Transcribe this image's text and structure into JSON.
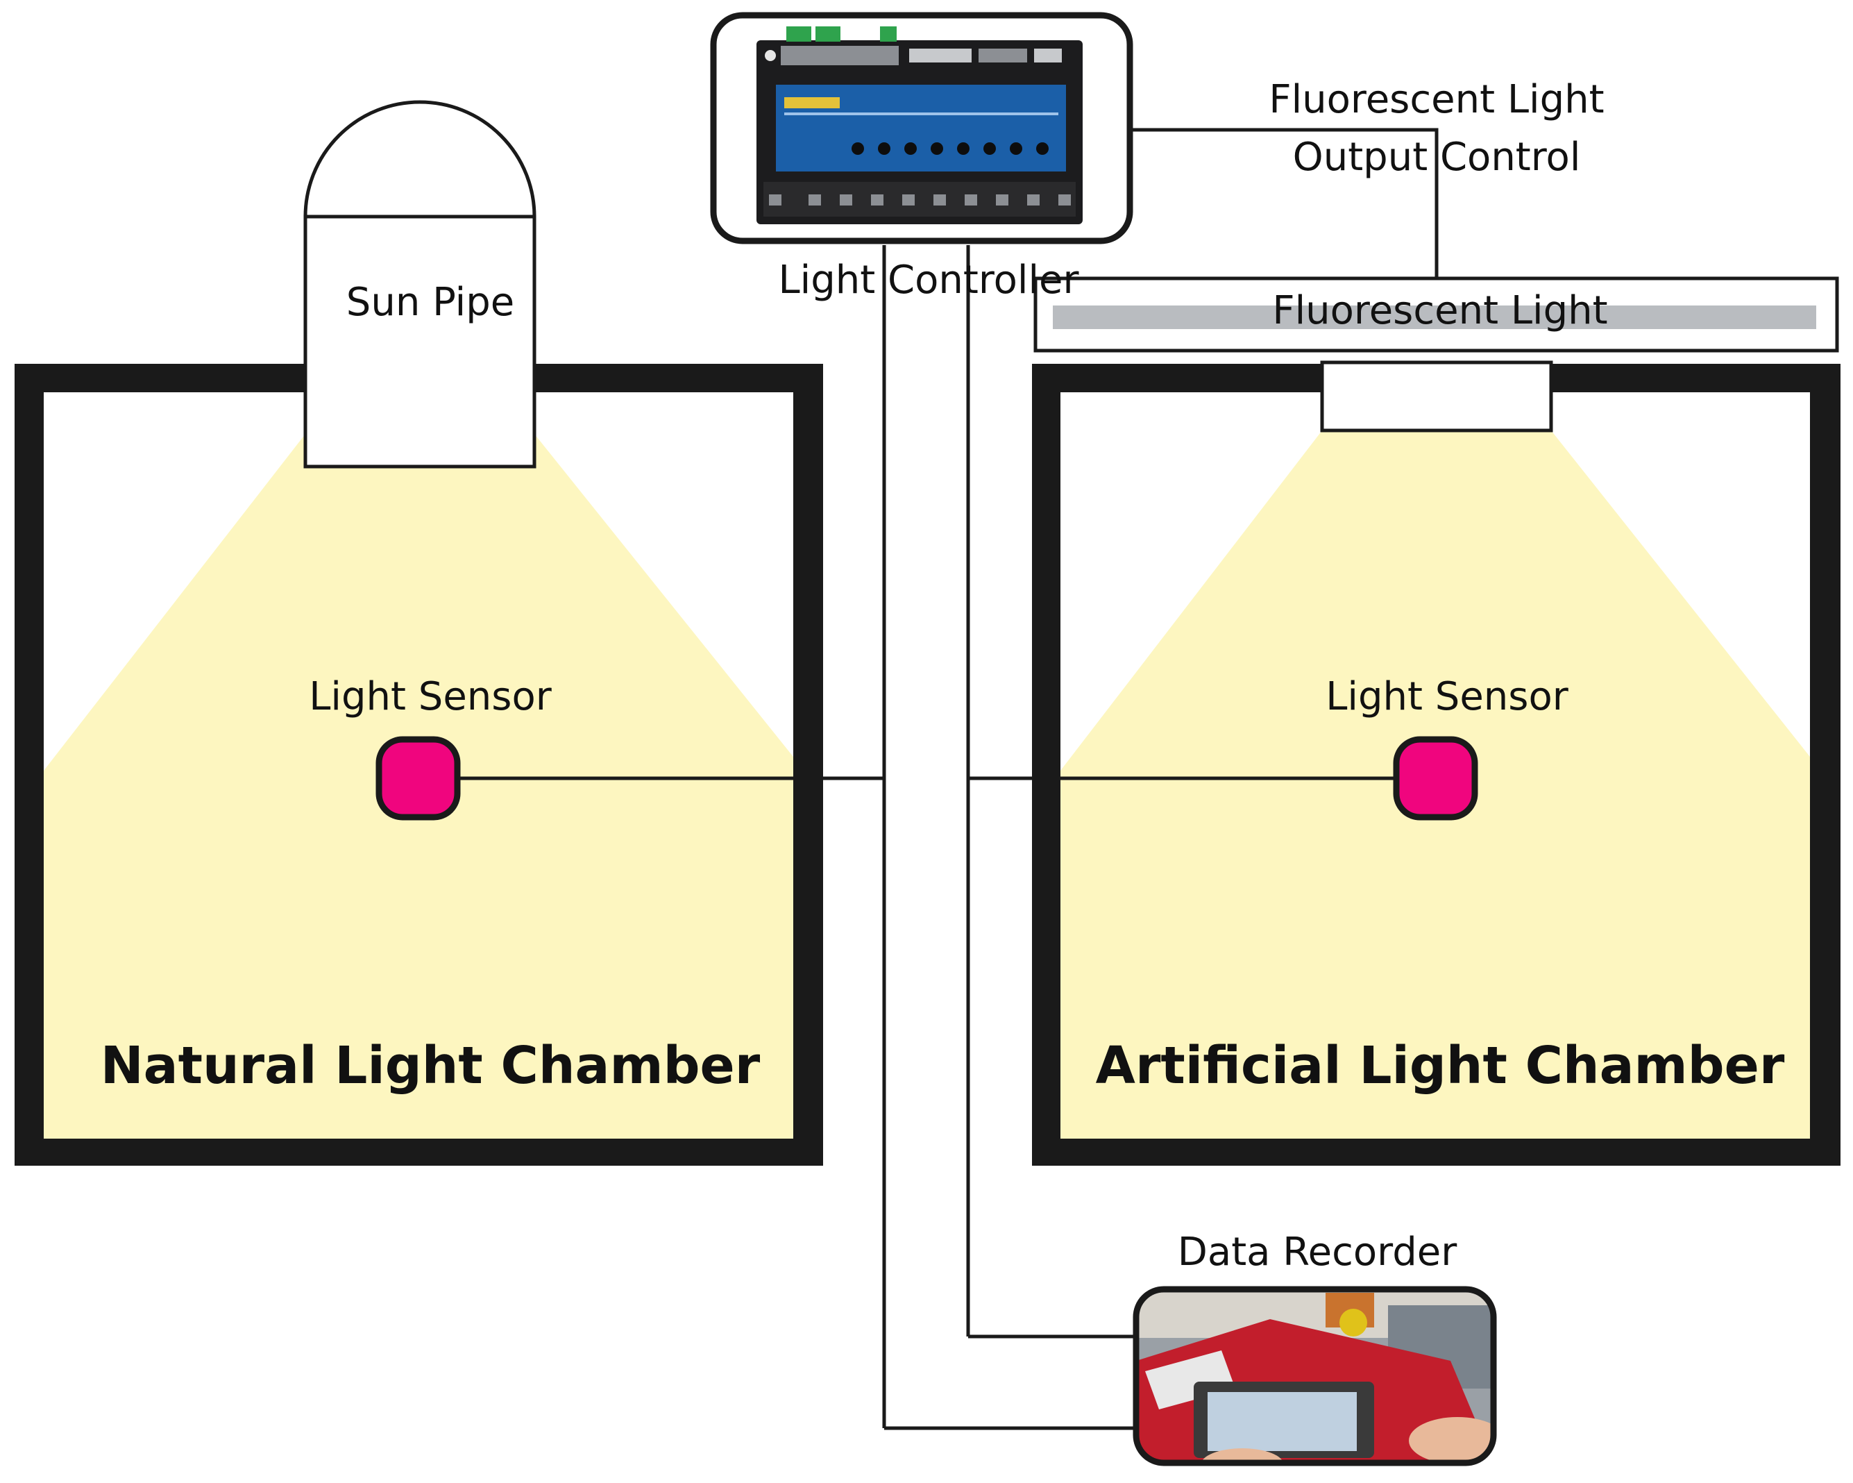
{
  "labels": {
    "sun_pipe": "Sun Pipe",
    "light_controller": "Light Controller",
    "fluorescent_output_control_line1": "Fluorescent Light",
    "fluorescent_output_control_line2": "Output Control",
    "fluorescent_light": "Fluorescent Light",
    "light_sensor_left": "Light Sensor",
    "light_sensor_right": "Light Sensor",
    "natural_chamber": "Natural Light Chamber",
    "artificial_chamber": "Artificial Light Chamber",
    "data_recorder": "Data Recorder"
  },
  "colors": {
    "light_fill": "#fdf6c0",
    "sensor": "#f0057e",
    "wall": "#1a1a1a",
    "tube": "#b9bcc0",
    "controller_panel": "#1b5fa8"
  },
  "icons": {
    "light_controller": "controller-device-image",
    "data_recorder": "handheld-recorder-photo"
  }
}
